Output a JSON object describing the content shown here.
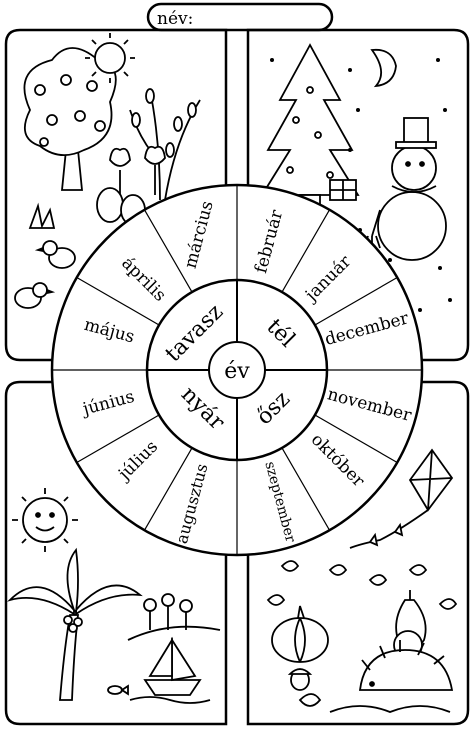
{
  "header": {
    "name_label": "név:"
  },
  "wheel": {
    "center_label": "év",
    "seasons": [
      {
        "key": "spring",
        "label": "tavasz"
      },
      {
        "key": "winter",
        "label": "tél"
      },
      {
        "key": "summer",
        "label": "nyár"
      },
      {
        "key": "autumn",
        "label": "ősz"
      }
    ],
    "months": [
      {
        "key": "march",
        "label": "március"
      },
      {
        "key": "february",
        "label": "február"
      },
      {
        "key": "april",
        "label": "április"
      },
      {
        "key": "january",
        "label": "január"
      },
      {
        "key": "may",
        "label": "május"
      },
      {
        "key": "december",
        "label": "december"
      },
      {
        "key": "june",
        "label": "június"
      },
      {
        "key": "november",
        "label": "november"
      },
      {
        "key": "july",
        "label": "július"
      },
      {
        "key": "october",
        "label": "október"
      },
      {
        "key": "august",
        "label": "augusztus"
      },
      {
        "key": "september",
        "label": "szeptember"
      }
    ]
  },
  "panels": {
    "spring": {
      "icons": [
        "tree-icon",
        "sun-icon",
        "willow-icon",
        "tulip-icon",
        "chick-icon",
        "easter-egg-icon"
      ]
    },
    "winter": {
      "icons": [
        "christmas-tree-icon",
        "moon-icon",
        "snowman-icon",
        "gift-icon",
        "star-icon"
      ]
    },
    "summer": {
      "icons": [
        "sun-icon",
        "palm-tree-icon",
        "flower-icon",
        "boat-icon",
        "fish-icon"
      ]
    },
    "autumn": {
      "icons": [
        "kite-icon",
        "leaf-icon",
        "pumpkin-icon",
        "pear-icon",
        "hedgehog-icon",
        "acorn-icon"
      ]
    }
  }
}
